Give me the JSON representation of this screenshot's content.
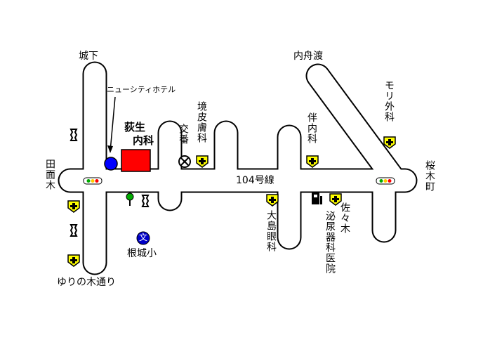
{
  "labels": {
    "joka": "城下",
    "uchifunato": "内舟渡",
    "new_city_hotel": "ニューシティホテル",
    "clinic_line1": "荻生",
    "clinic_line2": "内科",
    "koban": "交番",
    "sakai_derm": "境皮膚科",
    "hannai": "伴内科",
    "mori_geka": "モリ外科",
    "sakuragi": "桜木町",
    "tanomogi": "田面木",
    "route": "104号線",
    "oshima_eye": "大島眼科",
    "sasaki_uro": "佐々木泌尿器科医院",
    "nejo_school": "根城小",
    "school_symbol": "文",
    "yurinoki": "ゆりの木通り"
  },
  "colors": {
    "clinic_fill": "#ff0000",
    "hotel_fill": "#0000ff",
    "school_fill": "#0000c8",
    "hospital_fill": "#ffff00",
    "tree_fill": "#00aa00"
  },
  "icons": {
    "hospital": "hospital-cross-icon",
    "koban": "police-box-icon",
    "traffic_light": "traffic-light-icon",
    "shrine": "shrine-icon",
    "tree": "tree-icon",
    "gas": "gas-station-icon"
  }
}
